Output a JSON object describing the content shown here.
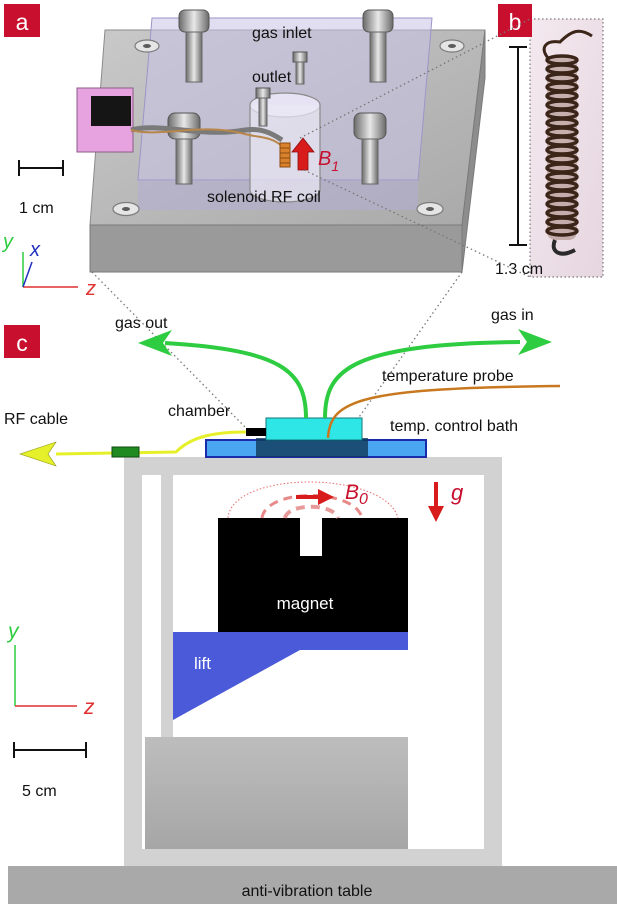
{
  "panels": {
    "a": {
      "letter": "a",
      "color": "#c8102e"
    },
    "b": {
      "letter": "b",
      "color": "#c8102e"
    },
    "c": {
      "letter": "c",
      "color": "#c8102e"
    }
  },
  "panel_a": {
    "gas_inlet": "gas inlet",
    "outlet": "outlet",
    "coil": "solenoid RF coil",
    "b1_symbol": "B",
    "b1_subscript": "1",
    "scale_label": "1 cm",
    "axis_y": "y",
    "axis_x": "x",
    "axis_z": "z"
  },
  "panel_b": {
    "scale_label": "1.3 cm"
  },
  "panel_c": {
    "gas_out": "gas out",
    "gas_in": "gas in",
    "temperature_probe": "temperature probe",
    "rf_cable": "RF cable",
    "chamber": "chamber",
    "temp_bath": "temp. control bath",
    "b0_symbol": "B",
    "b0_subscript": "0",
    "g_symbol": "g",
    "magnet": "magnet",
    "lift": "lift",
    "axis_y": "y",
    "axis_z": "z",
    "scale_label": "5 cm",
    "table": "anti-vibration table"
  },
  "colors": {
    "label_red": "#c8102e",
    "gas_green": "#2ecc40",
    "rf_yellow": "#e6f02a",
    "probe_orange": "#c8781e",
    "chamber_cyan": "#2ee6e6",
    "bath_blue": "#4aa6f0",
    "lift_blue": "#4a5ad8",
    "frame_gray": "#d2d2d2",
    "magnet_black": "#000000"
  },
  "icons": [
    "thumb-screw-icon",
    "arrow-icon"
  ]
}
